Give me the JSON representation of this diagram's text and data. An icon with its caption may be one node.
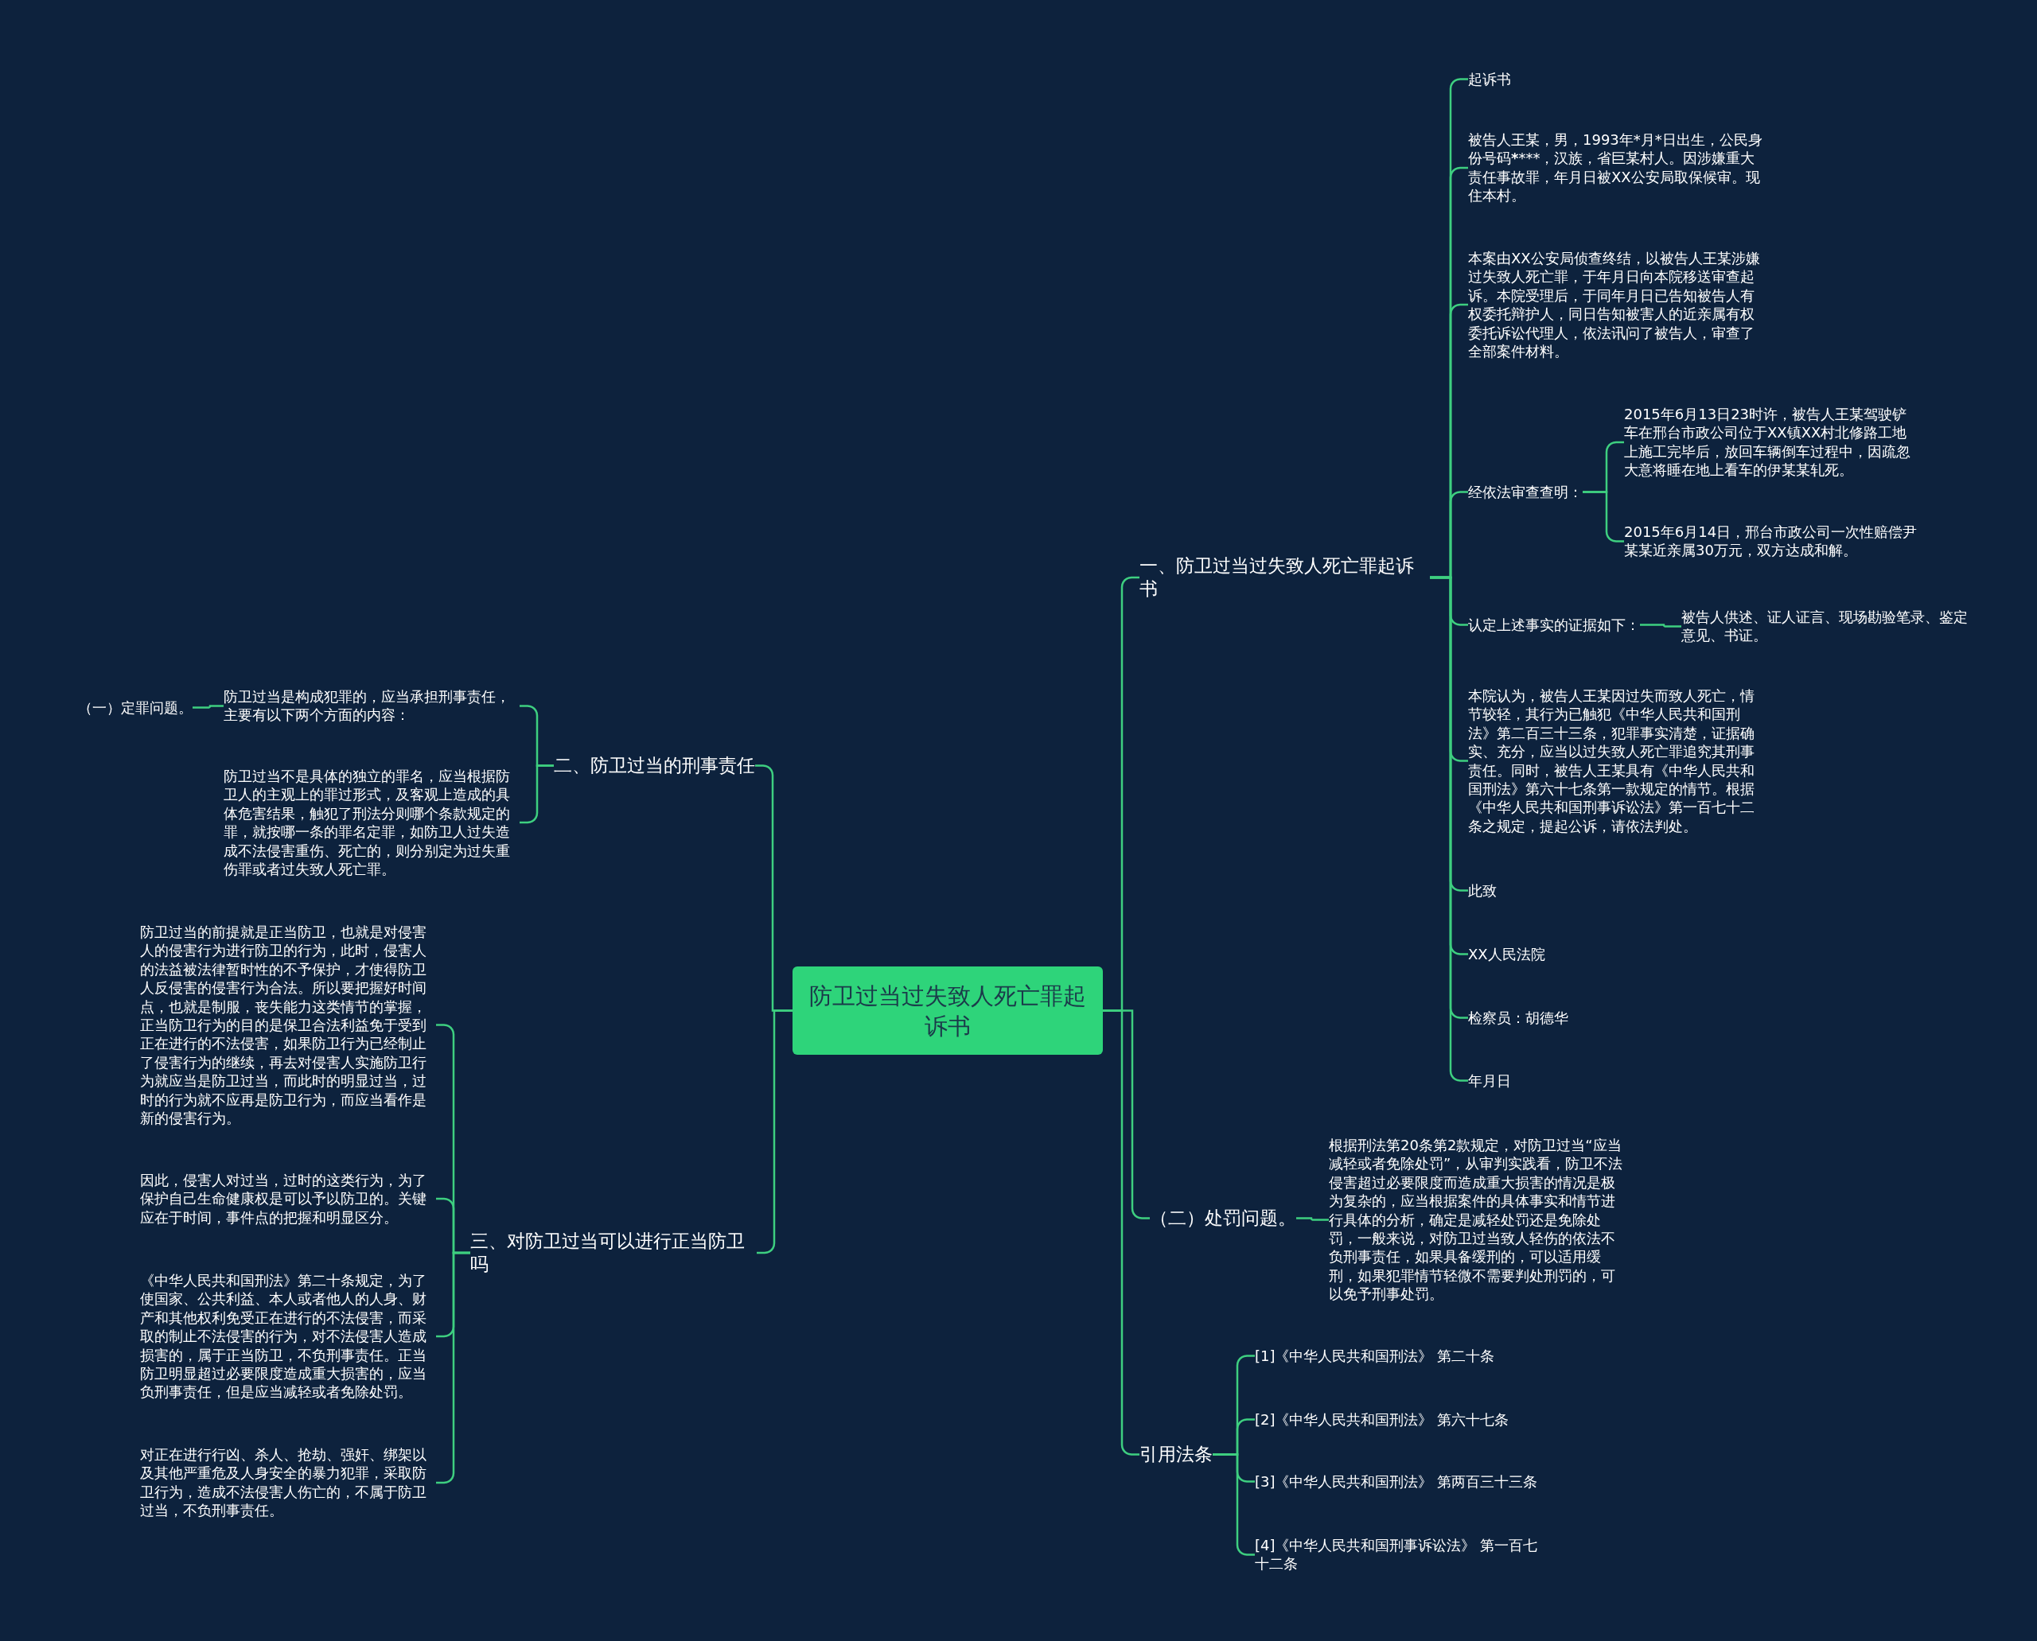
{
  "diagram": {
    "nodes": [
      {
        "text": [
          "防卫过当过失致人死亡罪起诉书"
        ]
      },
      {
        "text": [
          "一、防卫过当过失致人死亡罪起诉书"
        ]
      },
      {
        "text": [
          "起诉书"
        ]
      },
      {
        "text": [
          "被告人王某，男，1993年*月*日出生，公民身份号码********，汉族，省巨某村人。因涉嫌重大责任事故罪，年月日被XX公安局取保候审。现住本村。"
        ]
      },
      {
        "text": [
          "本案由XX公安局侦查终结，以被告人王某涉嫌过失致人死亡罪，于年月日向本院移送审查起诉。本院受理后，于同年月日已告知被告人有权委托辩护人，同日告知被害人的近亲属有权委托诉讼代理人，依法讯问了被告人，审查了全部案件材料。"
        ]
      },
      {
        "text": [
          "经依法审查查明："
        ]
      },
      {
        "text": [
          "2015年6月13日23时许，被告人王某驾驶铲车在邢台市政公司位于XX镇XX村北修路工地上施工完毕后，放回车辆倒车过程中，因疏忽大意将睡在地上看车的伊某某轧死。"
        ]
      },
      {
        "text": [
          "2015年6月14日，邢台市政公司一次性赔偿尹某某近亲属30万元，双方达成和解。"
        ]
      },
      {
        "text": [
          "认定上述事实的证据如下："
        ]
      },
      {
        "text": [
          "被告人供述、证人证言、现场勘验笔录、鉴定意见、书证。"
        ]
      },
      {
        "text": [
          "本院认为，被告人王某因过失而致人死亡，情节较轻，其行为已触犯《中华人民共和国刑法》第二百三十三条，犯罪事实清楚，证据确实、充分，应当以过失致人死亡罪追究其刑事责任。同时，被告人王某具有《中华人民共和国刑法》第六十七条第一款规定的情节。根据《中华人民共和国刑事诉讼法》第一百七十二条之规定，提起公诉，请依法判处。"
        ]
      },
      {
        "text": [
          "此致"
        ]
      },
      {
        "text": [
          "XX人民法院"
        ]
      },
      {
        "text": [
          "检察员：胡德华"
        ]
      },
      {
        "text": [
          "年月日"
        ]
      },
      {
        "text": [
          "（二）处罚问题。"
        ]
      },
      {
        "text": [
          "根据刑法第20条第2款规定，对防卫过当“应当减轻或者免除处罚”，从审判实践看，防卫不法侵害超过必要限度而造成重大损害的情况是极为复杂的，应当根据案件的具体事实和情节进行具体的分析，确定是减轻处罚还是免除处罚，一般来说，对防卫过当致人轻伤的依法不负刑事责任，如果具备缓刑的，可以适用缓刑，如果犯罪情节轻微不需要判处刑罚的，可以免予刑事处罚。"
        ]
      },
      {
        "text": [
          "引用法条"
        ]
      },
      {
        "text": [
          "[1]《中华人民共和国刑法》 第二十条"
        ]
      },
      {
        "text": [
          "[2]《中华人民共和国刑法》 第六十七条"
        ]
      },
      {
        "text": [
          "[3]《中华人民共和国刑法》 第两百三十三条"
        ]
      },
      {
        "text": [
          "[4]《中华人民共和国刑事诉讼法》 第一百七十二条"
        ]
      },
      {
        "text": [
          "二、防卫过当的刑事责任"
        ]
      },
      {
        "text": [
          "防卫过当是构成犯罪的，应当承担刑事责任，主要有以下两个方面的内容："
        ]
      },
      {
        "text": [
          "（一）定罪问题。"
        ]
      },
      {
        "text": [
          "防卫过当不是具体的独立的罪名，应当根据防卫人的主观上的罪过形式，及客观上造成的具体危害结果，触犯了刑法分则哪个条款规定的罪，就按哪一条的罪名定罪，如防卫人过失造成不法侵害重伤、死亡的，则分别定为过失重伤罪或者过失致人死亡罪。"
        ]
      },
      {
        "text": [
          "三、对防卫过当可以进行正当防卫吗"
        ]
      },
      {
        "text": [
          "防卫过当的前提就是正当防卫，也就是对侵害人的侵害行为进行防卫的行为，此时，侵害人的法益被法律暂时性的不予保护，才使得防卫人反侵害的侵害行为合法。所以要把握好时间点，也就是制服，丧失能力这类情节的掌握，正当防卫行为的目的是保卫合法利益免于受到正在进行的不法侵害，如果防卫行为已经制止了侵害行为的继续，再去对侵害人实施防卫行为就应当是防卫过当，而此时的明显过当，过时的行为就不应再是防卫行为，而应当看作是新的侵害行为。"
        ]
      },
      {
        "text": [
          "因此，侵害人对过当，过时的这类行为，为了保护自己生命健康权是可以予以防卫的。关键应在于时间，事件点的把握和明显区分。"
        ]
      },
      {
        "text": [
          "《中华人民共和国刑法》第二十条规定，为了使国家、公共利益、本人或者他人的人身、财产和其他权利免受正在进行的不法侵害，而采取的制止不法侵害的行为，对不法侵害人造成损害的，属于正当防卫，不负刑事责任。正当防卫明显超过必要限度造成重大损害的，应当负刑事责任，但是应当减轻或者免除处罚。"
        ]
      },
      {
        "text": [
          "对正在进行行凶、杀人、抢劫、强奸、绑架以及其他严重危及人身安全的暴力犯罪，采取防卫行为，造成不法侵害人伤亡的，不属于防卫过当，不负刑事责任。"
        ]
      }
    ],
    "edges": [
      {
        "from": 0,
        "to": 1,
        "arrow": "none"
      },
      {
        "from": 1,
        "to": 2,
        "arrow": "none"
      },
      {
        "from": 1,
        "to": 3,
        "arrow": "none"
      },
      {
        "from": 1,
        "to": 4,
        "arrow": "none"
      },
      {
        "from": 1,
        "to": 5,
        "arrow": "none"
      },
      {
        "from": 5,
        "to": 6,
        "arrow": "none"
      },
      {
        "from": 5,
        "to": 7,
        "arrow": "none"
      },
      {
        "from": 1,
        "to": 8,
        "arrow": "none"
      },
      {
        "from": 8,
        "to": 9,
        "arrow": "none"
      },
      {
        "from": 1,
        "to": 10,
        "arrow": "none"
      },
      {
        "from": 1,
        "to": 11,
        "arrow": "none"
      },
      {
        "from": 1,
        "to": 12,
        "arrow": "none"
      },
      {
        "from": 1,
        "to": 13,
        "arrow": "none"
      },
      {
        "from": 1,
        "to": 14,
        "arrow": "none"
      },
      {
        "from": 0,
        "to": 15,
        "arrow": "none"
      },
      {
        "from": 15,
        "to": 16,
        "arrow": "none"
      },
      {
        "from": 0,
        "to": 17,
        "arrow": "none"
      },
      {
        "from": 17,
        "to": 18,
        "arrow": "none"
      },
      {
        "from": 17,
        "to": 19,
        "arrow": "none"
      },
      {
        "from": 17,
        "to": 20,
        "arrow": "none"
      },
      {
        "from": 17,
        "to": 21,
        "arrow": "none"
      },
      {
        "from": 0,
        "to": 22,
        "arrow": "none"
      },
      {
        "from": 22,
        "to": 23,
        "arrow": "none"
      },
      {
        "from": 23,
        "to": 24,
        "arrow": "none"
      },
      {
        "from": 22,
        "to": 25,
        "arrow": "none"
      },
      {
        "from": 0,
        "to": 26,
        "arrow": "none"
      },
      {
        "from": 26,
        "to": 27,
        "arrow": "none"
      },
      {
        "from": 26,
        "to": 28,
        "arrow": "none"
      },
      {
        "from": 26,
        "to": 29,
        "arrow": "none"
      },
      {
        "from": 26,
        "to": 30,
        "arrow": "none"
      }
    ]
  }
}
